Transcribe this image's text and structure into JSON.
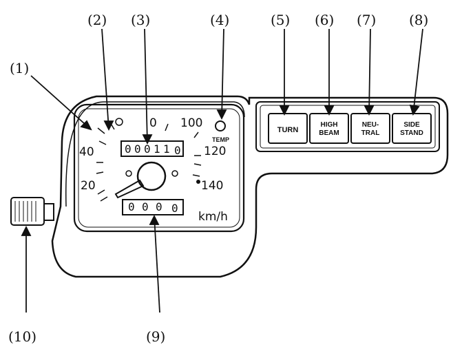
{
  "callouts": {
    "c1": "(1)",
    "c2": "(2)",
    "c3": "(3)",
    "c4": "(4)",
    "c5": "(5)",
    "c6": "(6)",
    "c7": "(7)",
    "c8": "(8)",
    "c9": "(9)",
    "c10": "(10)"
  },
  "speedometer": {
    "ticks": {
      "t0": "0",
      "t100": "100",
      "t40": "40",
      "t120": "120",
      "t20": "20",
      "t140": "140"
    },
    "unit": "km/h",
    "temp_label": "TEMP",
    "odometer_digits": [
      "0",
      "0",
      "0",
      "1",
      "1",
      "0"
    ],
    "trip_digits": [
      "0",
      "0",
      "0",
      "0"
    ]
  },
  "indicators": {
    "turn": "TURN",
    "high_beam": [
      "HIGH",
      "BEAM"
    ],
    "neutral": [
      "NEU-",
      "TRAL"
    ],
    "side_stand": [
      "SIDE",
      "STAND"
    ]
  }
}
